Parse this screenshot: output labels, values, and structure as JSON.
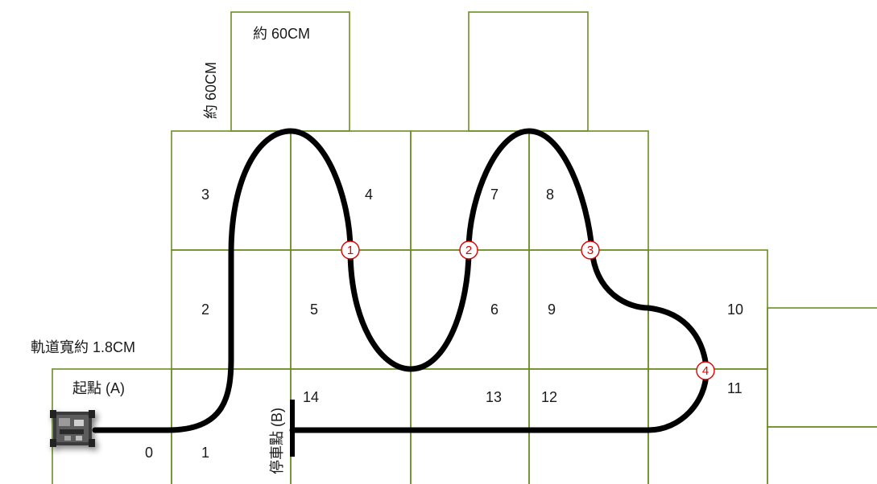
{
  "labels": {
    "width_top": "約 60CM",
    "width_side": "約 60CM",
    "track_width": "軌道寬約 1.8CM",
    "start": "起點 (A)",
    "stop": "停車點 (B)"
  },
  "cells": {
    "c0": "0",
    "c1": "1",
    "c2": "2",
    "c3": "3",
    "c4": "4",
    "c5": "5",
    "c6": "6",
    "c7": "7",
    "c8": "8",
    "c9": "9",
    "c10": "10",
    "c11": "11",
    "c12": "12",
    "c13": "13",
    "c14": "14"
  },
  "markers": {
    "m1": "1",
    "m2": "2",
    "m3": "3",
    "m4": "4"
  },
  "colors": {
    "grid": "#6b8e23",
    "track": "#000000",
    "marker": "#e00000"
  },
  "icons": {
    "robot": "robot-car-icon"
  }
}
